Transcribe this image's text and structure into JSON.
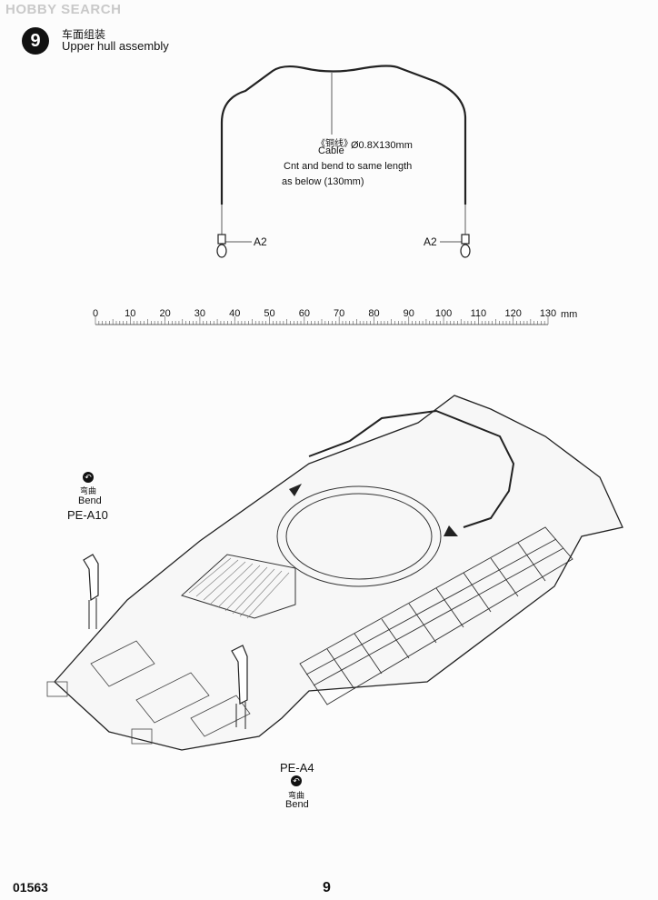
{
  "watermark": "HOBBY SEARCH",
  "step": {
    "number": "9",
    "title_cn": "车面组装",
    "title_en": "Upper hull assembly"
  },
  "cable": {
    "label_cn": "《铜线》",
    "label_en": "Cable",
    "spec": "Ø0.8X130mm",
    "instruction_line1": "Cnt and bend to same length",
    "instruction_line2": "as below (130mm)",
    "part_left": "A2",
    "part_right": "A2"
  },
  "ruler": {
    "ticks": [
      "0",
      "10",
      "20",
      "30",
      "40",
      "50",
      "60",
      "70",
      "80",
      "90",
      "100",
      "110",
      "120",
      "130"
    ],
    "unit": "mm"
  },
  "callouts": {
    "pe_a10": {
      "bend_cn": "弯曲",
      "bend_en": "Bend",
      "part": "PE-A10"
    },
    "pe_a4": {
      "part": "PE-A4",
      "bend_cn": "弯曲",
      "bend_en": "Bend"
    }
  },
  "footer": {
    "code": "01563",
    "page": "9"
  }
}
